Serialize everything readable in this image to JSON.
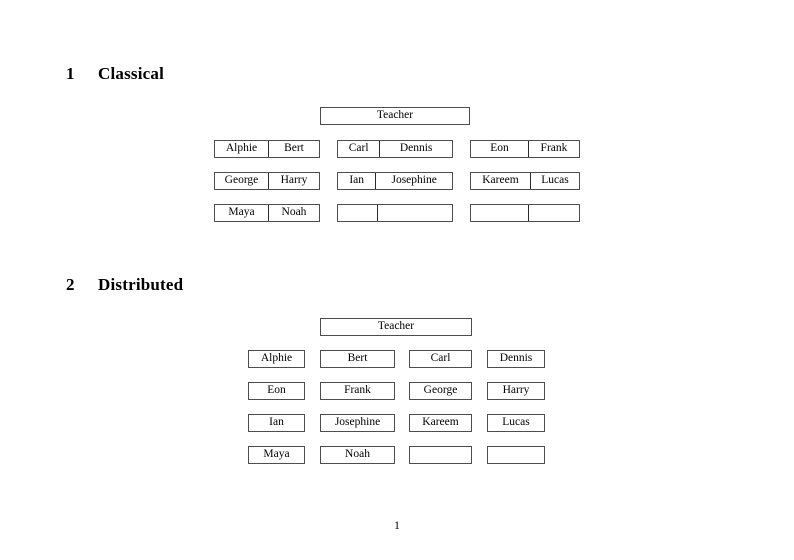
{
  "document": {
    "page_number": "1"
  },
  "sections": [
    {
      "number": "1",
      "title": "Classical",
      "teacher_label": "Teacher",
      "layout": "grouped-pairs",
      "groups": [
        {
          "rows": [
            {
              "cells": [
                "Alphie",
                "Bert"
              ]
            },
            {
              "cells": [
                "George",
                "Harry"
              ]
            },
            {
              "cells": [
                "Maya",
                "Noah"
              ]
            }
          ]
        },
        {
          "rows": [
            {
              "cells": [
                "Carl",
                "Dennis"
              ]
            },
            {
              "cells": [
                "Ian",
                "Josephine"
              ]
            },
            {
              "cells": [
                "",
                ""
              ]
            }
          ]
        },
        {
          "rows": [
            {
              "cells": [
                "Eon",
                "Frank"
              ]
            },
            {
              "cells": [
                "Kareem",
                "Lucas"
              ]
            },
            {
              "cells": [
                "",
                ""
              ]
            }
          ]
        }
      ]
    },
    {
      "number": "2",
      "title": "Distributed",
      "teacher_label": "Teacher",
      "layout": "single-cells-grid",
      "rows": [
        {
          "cells": [
            "Alphie",
            "Bert",
            "Carl",
            "Dennis"
          ]
        },
        {
          "cells": [
            "Eon",
            "Frank",
            "George",
            "Harry"
          ]
        },
        {
          "cells": [
            "Ian",
            "Josephine",
            "Kareem",
            "Lucas"
          ]
        },
        {
          "cells": [
            "Maya",
            "Noah",
            "",
            ""
          ]
        }
      ]
    }
  ]
}
